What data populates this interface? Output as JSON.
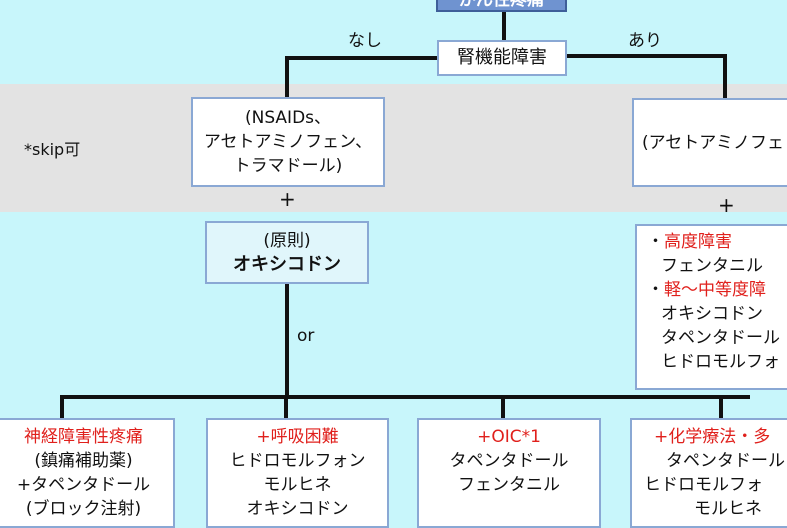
{
  "top_node": "がん性疼痛",
  "decision": "腎機能障害",
  "branch_no": "なし",
  "branch_yes": "あり",
  "skip_note": "*skip可",
  "step1_no": [
    "(NSAIDs、",
    "アセトアミノフェン、",
    "トラマドール)"
  ],
  "step1_yes": [
    "(アセトアミノフェ"
  ],
  "plus": "+",
  "principle": {
    "line1": "(原則)",
    "line2": "オキシコドン"
  },
  "or_label": "or",
  "renal_box": [
    {
      "text": "・",
      "red": "高度障害"
    },
    {
      "text": "フェンタニル"
    },
    {
      "text": "・",
      "red": "軽～中等度障"
    },
    {
      "text": "オキシコドン"
    },
    {
      "text": "タペンタドール"
    },
    {
      "text": "ヒドロモルフォ"
    }
  ],
  "options": [
    {
      "title": "神経障害性疼痛",
      "lines": [
        "(鎮痛補助薬)",
        "+タペンタドール",
        "(ブロック注射)"
      ]
    },
    {
      "title": "+呼吸困難",
      "lines": [
        "ヒドロモルフォン",
        "モルヒネ",
        "オキシコドン"
      ]
    },
    {
      "title": "+OIC*1",
      "lines": [
        "タペンタドール",
        "フェンタニル"
      ]
    },
    {
      "title": "+化学療法・多",
      "lines": [
        "タペンタドール",
        "ヒドロモルフォ",
        "モルヒネ"
      ]
    }
  ],
  "colors": {
    "background": "#c8f6fb",
    "band": "#e3e3e3",
    "accent_red": "#e0201c",
    "top_node": "#6f93d0"
  }
}
